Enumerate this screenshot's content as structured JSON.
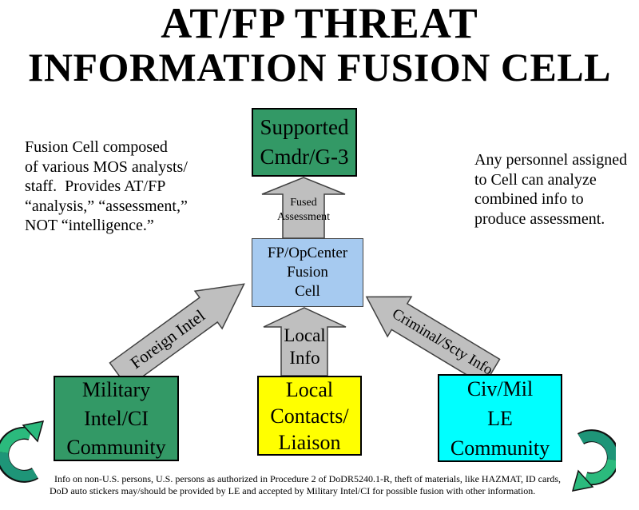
{
  "title": {
    "line1": "AT/FP THREAT",
    "line2": "INFORMATION FUSION CELL"
  },
  "notes": {
    "left": "Fusion Cell composed\nof various MOS analysts/\nstaff.  Provides AT/FP\n“analysis,” “assessment,”\nNOT “intelligence.”",
    "right": "Any personnel assigned\nto Cell can analyze\ncombined info to\nproduce assessment."
  },
  "nodes": {
    "supported_cmdr": {
      "label": "Supported\nCmdr/G-3",
      "fill": "#339966"
    },
    "fusion_cell": {
      "label": "FP/OpCenter\nFusion\nCell",
      "fill": "#A6CAF0"
    },
    "military_intel": {
      "label": "Military\nIntel/CI\nCommunity",
      "fill": "#339966"
    },
    "local_contacts": {
      "label": "Local\nContacts/\nLiaison",
      "fill": "#FFFF00"
    },
    "civ_mil_le": {
      "label": "Civ/Mil\nLE\nCommunity",
      "fill": "#00FFFF"
    }
  },
  "arrows": {
    "fill": "#BFBFBF",
    "fused_assessment": {
      "label": "Fused\nAssessment"
    },
    "local_info": {
      "label": "Local\nInfo"
    },
    "foreign_intel": {
      "label": "Foreign Intel"
    },
    "criminal_scty": {
      "label": "Criminal/Scty Info"
    }
  },
  "recycle_arrows": {
    "light_green": "#2BBA7D",
    "dark_green": "#1E9578"
  },
  "footer": {
    "line1": "Info on non-U.S. persons, U.S. persons as authorized in Procedure 2 of DoDR5240.1-R, theft of materials, like HAZMAT, ID cards,",
    "line2": "DoD auto stickers may/should be provided by LE and accepted by Military Intel/CI for possible fusion with other information."
  }
}
